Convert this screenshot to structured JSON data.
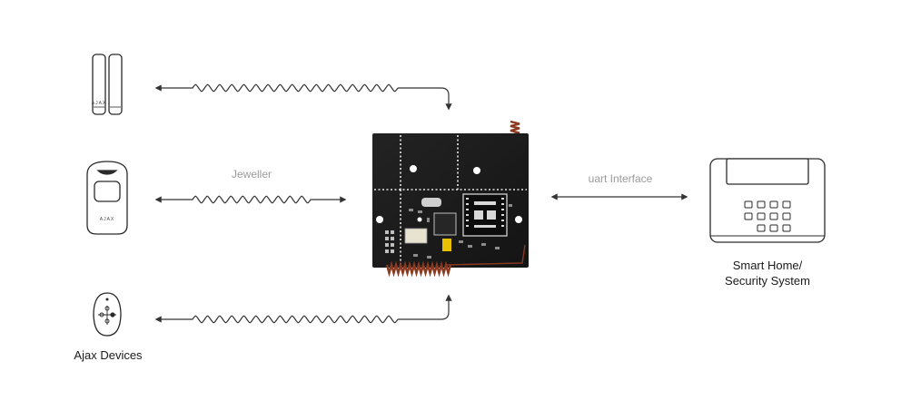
{
  "labels": {
    "jeweller": "Jeweller",
    "uart": "uart Interface",
    "smart_home_line1": "Smart Home/",
    "smart_home_line2": "Security System",
    "ajax_devices": "Ajax Devices"
  },
  "device_marks": {
    "door_sensor": "AJAX",
    "motion_sensor": "AJAX"
  },
  "colors": {
    "line": "#333333",
    "board": "#1b1b1b",
    "board_dash": "#e8e8e8",
    "antenna": "#8a3a20",
    "device_outline": "#2a2a2a",
    "label_light": "#9a9a9a",
    "label_dark": "#1a1a1a"
  },
  "icons": {
    "door_sensor": "door-window-sensor-icon",
    "motion_sensor": "motion-detector-icon",
    "keyfob": "key-fob-icon",
    "control_panel": "security-keypad-icon",
    "receiver": "uartbridge-board-icon"
  }
}
